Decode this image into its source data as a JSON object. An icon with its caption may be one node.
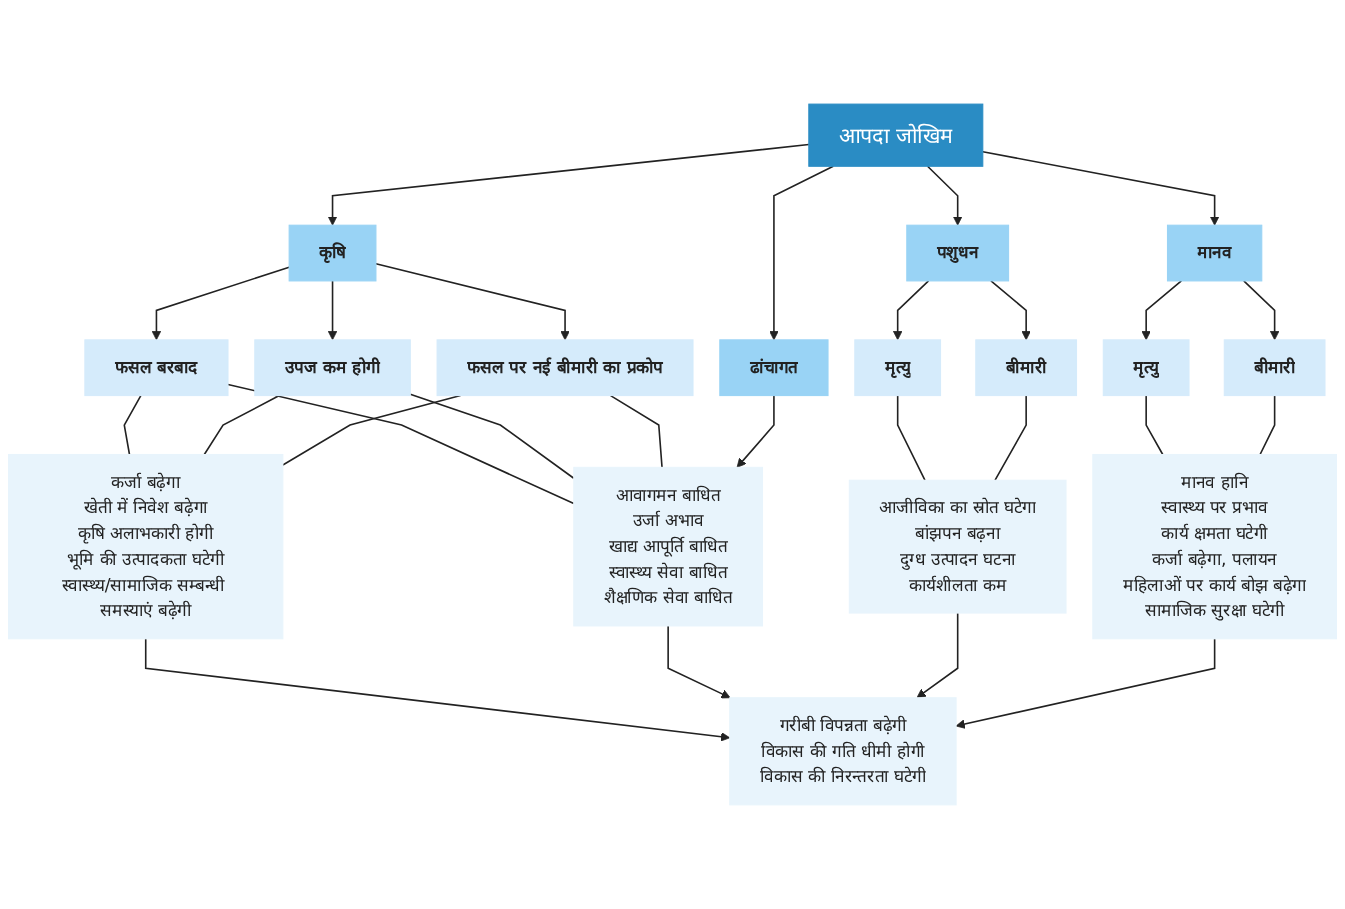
{
  "diagram": {
    "nodes": [
      {
        "text": [
          "आपदा जोखिम"
        ]
      },
      {
        "text": [
          "कृषि"
        ]
      },
      {
        "text": [
          "ढांचागत"
        ]
      },
      {
        "text": [
          "पशुधन"
        ]
      },
      {
        "text": [
          "मानव"
        ]
      },
      {
        "text": [
          "फसल बरबाद"
        ]
      },
      {
        "text": [
          "उपज कम होगी"
        ]
      },
      {
        "text": [
          "फसल पर नई बीमारी का प्रकोप"
        ]
      },
      {
        "text": [
          "मृत्यु"
        ]
      },
      {
        "text": [
          "बीमारी"
        ]
      },
      {
        "text": [
          "मृत्यु"
        ]
      },
      {
        "text": [
          "बीमारी"
        ]
      },
      {
        "text": [
          "कर्जा बढ़ेगा",
          "खेती में निवेश बढ़ेगा",
          "कृषि अलाभकारी होगी",
          "भूमि की उत्पादकता घटेगी",
          "स्वास्थ्य/सामाजिक सम्बन्धी समस्याएं बढ़ेगी"
        ]
      },
      {
        "text": [
          "आवागमन बाधित",
          "उर्जा अभाव",
          "खाद्य आपूर्ति बाधित",
          "स्वास्थ्य सेवा बाधित",
          "शैक्षणिक सेवा बाधित"
        ]
      },
      {
        "text": [
          "आजीविका का स्रोत घटेगा",
          "बांझपन बढ़ना",
          "दुग्ध उत्पादन घटना",
          "कार्यशीलता कम"
        ]
      },
      {
        "text": [
          "मानव हानि",
          "स्वास्थ्य पर प्रभाव",
          "कार्य क्षमता घटेगी",
          "कर्जा बढ़ेगा, पलायन",
          "महिलाओं पर कार्य बोझ बढ़ेगा",
          "सामाजिक सुरक्षा घटेगी"
        ]
      },
      {
        "text": [
          "गरीबी विपन्नता बढ़ेगी",
          "विकास की गति धीमी होगी",
          "विकास की निरन्तरता घटेगी"
        ]
      }
    ],
    "edges": [
      {
        "from": 0,
        "to": 1,
        "arrow": "to"
      },
      {
        "from": 0,
        "to": 2,
        "arrow": "to"
      },
      {
        "from": 0,
        "to": 3,
        "arrow": "to"
      },
      {
        "from": 0,
        "to": 4,
        "arrow": "to"
      },
      {
        "from": 1,
        "to": 5,
        "arrow": "to"
      },
      {
        "from": 1,
        "to": 6,
        "arrow": "to"
      },
      {
        "from": 1,
        "to": 7,
        "arrow": "to"
      },
      {
        "from": 3,
        "to": 8,
        "arrow": "to"
      },
      {
        "from": 3,
        "to": 9,
        "arrow": "to"
      },
      {
        "from": 4,
        "to": 10,
        "arrow": "to"
      },
      {
        "from": 4,
        "to": 11,
        "arrow": "to"
      },
      {
        "from": 5,
        "to": 12,
        "arrow": "none"
      },
      {
        "from": 6,
        "to": 12,
        "arrow": "none"
      },
      {
        "from": 7,
        "to": 12,
        "arrow": "none"
      },
      {
        "from": 5,
        "to": 13,
        "arrow": "none"
      },
      {
        "from": 6,
        "to": 13,
        "arrow": "none"
      },
      {
        "from": 7,
        "to": 13,
        "arrow": "none"
      },
      {
        "from": 2,
        "to": 13,
        "arrow": "to"
      },
      {
        "from": 8,
        "to": 14,
        "arrow": "none"
      },
      {
        "from": 9,
        "to": 14,
        "arrow": "none"
      },
      {
        "from": 10,
        "to": 15,
        "arrow": "none"
      },
      {
        "from": 11,
        "to": 15,
        "arrow": "none"
      },
      {
        "from": 12,
        "to": 16,
        "arrow": "to"
      },
      {
        "from": 13,
        "to": 16,
        "arrow": "to"
      },
      {
        "from": 14,
        "to": 16,
        "arrow": "to"
      },
      {
        "from": 15,
        "to": 16,
        "arrow": "to"
      }
    ]
  }
}
